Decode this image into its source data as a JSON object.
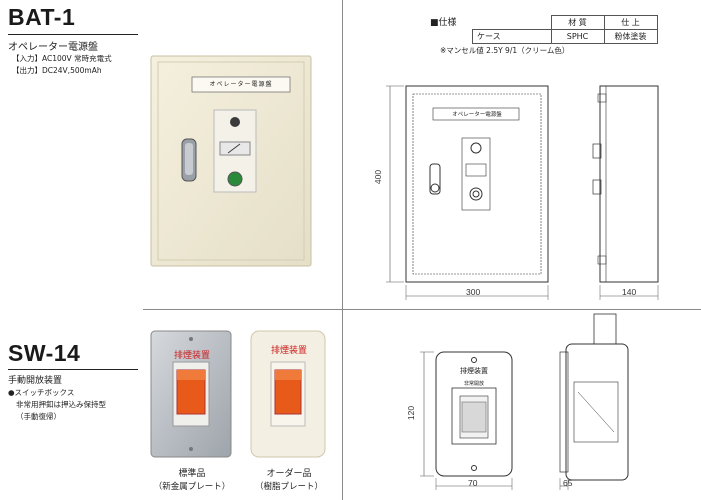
{
  "bat": {
    "title": "BAT-1",
    "subtitle": "オペレーター電源盤",
    "specs": [
      "【入力】AC100V 常時充電式",
      "【出力】DC24V,500mAh"
    ],
    "panel_label": "オペレーター電源盤",
    "panel_label_drawing": "オペレーター電源盤"
  },
  "spec_table": {
    "heading": "■仕様",
    "col_material": "材 質",
    "col_finish": "仕 上",
    "row_label": "ケース",
    "row_material": "SPHC",
    "row_finish": "粉体塗装",
    "note": "※マンセル値 2.5Y 9/1（クリーム色）"
  },
  "bat_dims": {
    "height": "400",
    "width": "300",
    "depth": "140"
  },
  "sw": {
    "title": "SW-14",
    "subtitle": "手動開放装置",
    "bullet": "●スイッチボックス",
    "desc1": "非常用押釦は押込み保持型",
    "desc2": "（手動復帰）",
    "plate_label": "排煙装置",
    "caption_standard": "標準品",
    "caption_standard_sub": "（新金属プレート）",
    "caption_order": "オーダー品",
    "caption_order_sub": "（樹脂プレート）",
    "drawing_label": "排煙装置",
    "drawing_small_label": "非常開放"
  },
  "sw_dims": {
    "height": "120",
    "width": "70",
    "depth": "65"
  }
}
